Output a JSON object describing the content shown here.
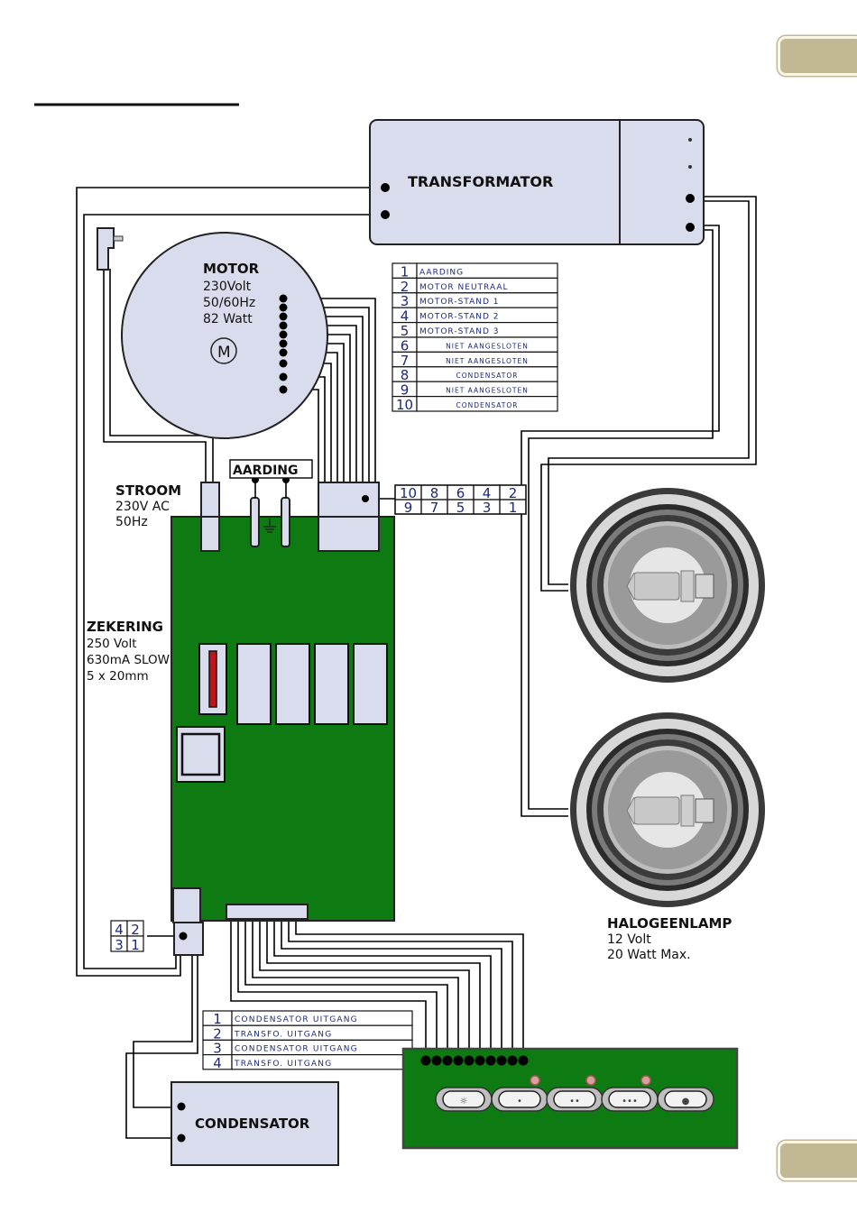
{
  "page": {
    "heading_rule": true,
    "tab_top": {
      "color": "#c2b994"
    },
    "tab_bottom": {
      "color": "#c2b994"
    }
  },
  "colors": {
    "pcb_green": "#0d7a12",
    "component_fill": "#d9dcec",
    "table_text": "#1c2a78",
    "fuse_red": "#c0141c",
    "wire": "#000000"
  },
  "transformator": {
    "label": "TRANSFORMATOR"
  },
  "motor": {
    "title": "MOTOR",
    "specs": [
      "230Volt",
      "50/60Hz",
      "82 Watt"
    ],
    "symbol": "M"
  },
  "motor_pin_table": {
    "rows": [
      {
        "num": "1",
        "label": "AARDING"
      },
      {
        "num": "2",
        "label": "MOTOR NEUTRAAL"
      },
      {
        "num": "3",
        "label": "MOTOR-STAND 1"
      },
      {
        "num": "4",
        "label": "MOTOR-STAND 2"
      },
      {
        "num": "5",
        "label": "MOTOR-STAND 3"
      },
      {
        "num": "6",
        "label": "NIET AANGESLOTEN"
      },
      {
        "num": "7",
        "label": "NIET AANGESLOTEN"
      },
      {
        "num": "8",
        "label": "CONDENSATOR"
      },
      {
        "num": "9",
        "label": "NIET AANGESLOTEN"
      },
      {
        "num": "10",
        "label": "CONDENSATOR"
      }
    ]
  },
  "connector_grid": {
    "top": [
      "10",
      "8",
      "6",
      "4",
      "2"
    ],
    "bottom": [
      "9",
      "7",
      "5",
      "3",
      "1"
    ]
  },
  "stroom": {
    "title": "STROOM",
    "specs": [
      "230V AC",
      "50Hz"
    ]
  },
  "aarding": {
    "label": "AARDING"
  },
  "zekering": {
    "title": "ZEKERING",
    "specs": [
      "250 Volt",
      "630mA SLOW",
      "5 x 20mm"
    ]
  },
  "small_grid": {
    "top": [
      "4",
      "2"
    ],
    "bottom": [
      "3",
      "1"
    ]
  },
  "condensator_table": {
    "rows": [
      {
        "num": "1",
        "label": "CONDENSATOR UITGANG"
      },
      {
        "num": "2",
        "label": "TRANSFO. UITGANG"
      },
      {
        "num": "3",
        "label": "CONDENSATOR UITGANG"
      },
      {
        "num": "4",
        "label": "TRANSFO. UITGANG"
      }
    ]
  },
  "condensator": {
    "label": "CONDENSATOR"
  },
  "halogeenlamp": {
    "title": "HALOGEENLAMP",
    "specs": [
      "12 Volt",
      "20 Watt Max."
    ]
  },
  "control_panel": {
    "buttons": [
      {
        "name": "light",
        "glyph": "☼"
      },
      {
        "name": "speed-1",
        "glyph": "•"
      },
      {
        "name": "speed-2",
        "glyph": "••"
      },
      {
        "name": "speed-3",
        "glyph": "•••"
      },
      {
        "name": "power",
        "glyph": "●"
      }
    ],
    "leds": 3
  }
}
